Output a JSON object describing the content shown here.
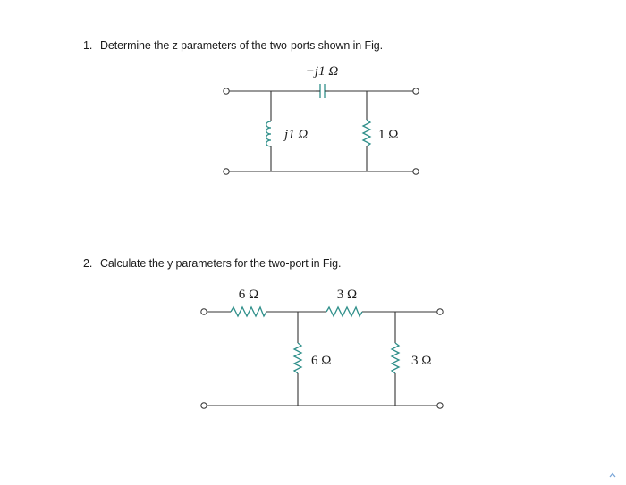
{
  "questions": [
    {
      "number": "1.",
      "text": "Determine the z parameters of the two-ports shown in Fig."
    },
    {
      "number": "2.",
      "text": "Calculate the y parameters for the two-port in Fig."
    }
  ],
  "circuit1": {
    "capacitor_label": "−j1 Ω",
    "inductor_label": "j1 Ω",
    "resistor_label": "1 Ω"
  },
  "circuit2": {
    "series_resistor_1_label": "6 Ω",
    "series_resistor_2_label": "3 Ω",
    "shunt_resistor_1_label": "6 Ω",
    "shunt_resistor_2_label": "3 Ω"
  },
  "colors": {
    "component": "#2f8f8a",
    "wire": "#333333",
    "text": "#1a1a1a"
  },
  "icons": {
    "scroll_up": "chevron-up-icon"
  }
}
